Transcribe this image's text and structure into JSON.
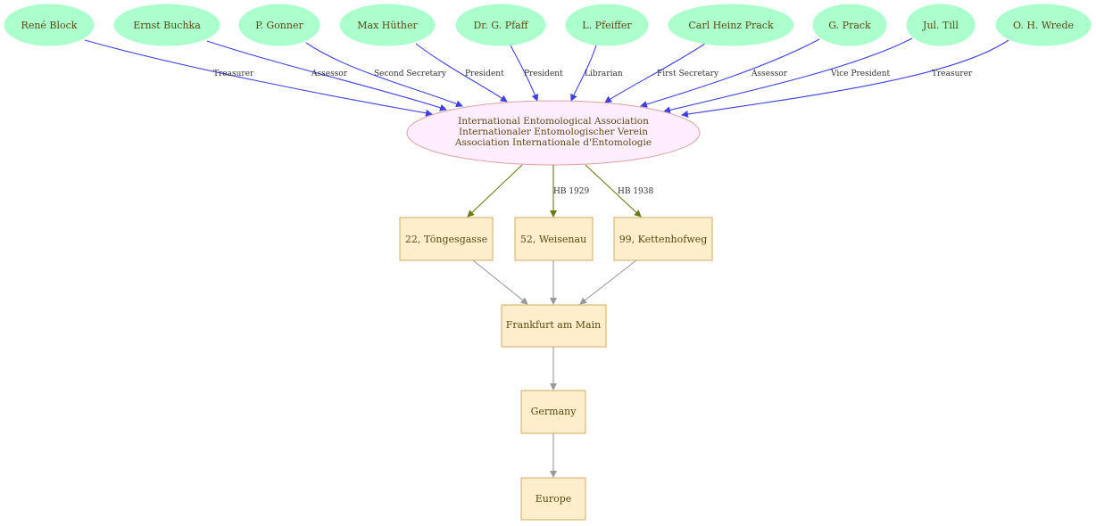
{
  "colors": {
    "person_fill": "#aaffcc",
    "person_edge": "#4040e0",
    "org_fill": "#ffeeff",
    "org_stroke": "#e0a0a0",
    "place_fill": "#ffeecc",
    "place_stroke": "#d4aa66",
    "address_edge": "#6b7a10",
    "place_edge": "#999999"
  },
  "organization": {
    "lines": [
      "International Entomological Association",
      "Internationaler Entomologischer Verein",
      "Association Internationale d'Entomologie"
    ]
  },
  "people": [
    {
      "name": "René Block",
      "role": "Treasurer"
    },
    {
      "name": "Ernst Buchka",
      "role": "Assessor"
    },
    {
      "name": "P. Gonner",
      "role": "Second Secretary"
    },
    {
      "name": "Max Hüther",
      "role": "President"
    },
    {
      "name": "Dr. G. Pfaff",
      "role": "President"
    },
    {
      "name": "L. Pfeiffer",
      "role": "Librarian"
    },
    {
      "name": "Carl Heinz Prack",
      "role": "First Secretary"
    },
    {
      "name": "G. Prack",
      "role": "Assessor"
    },
    {
      "name": "Jul. Till",
      "role": "Vice President"
    },
    {
      "name": "O. H. Wrede",
      "role": "Treasurer"
    }
  ],
  "addresses": [
    {
      "label": "22, Töngesgasse",
      "edge_label": ""
    },
    {
      "label": "52, Weisenau",
      "edge_label": "HB 1929"
    },
    {
      "label": "99, Kettenhofweg",
      "edge_label": "HB 1938"
    }
  ],
  "places": [
    "Frankfurt am Main",
    "Germany",
    "Europe"
  ]
}
